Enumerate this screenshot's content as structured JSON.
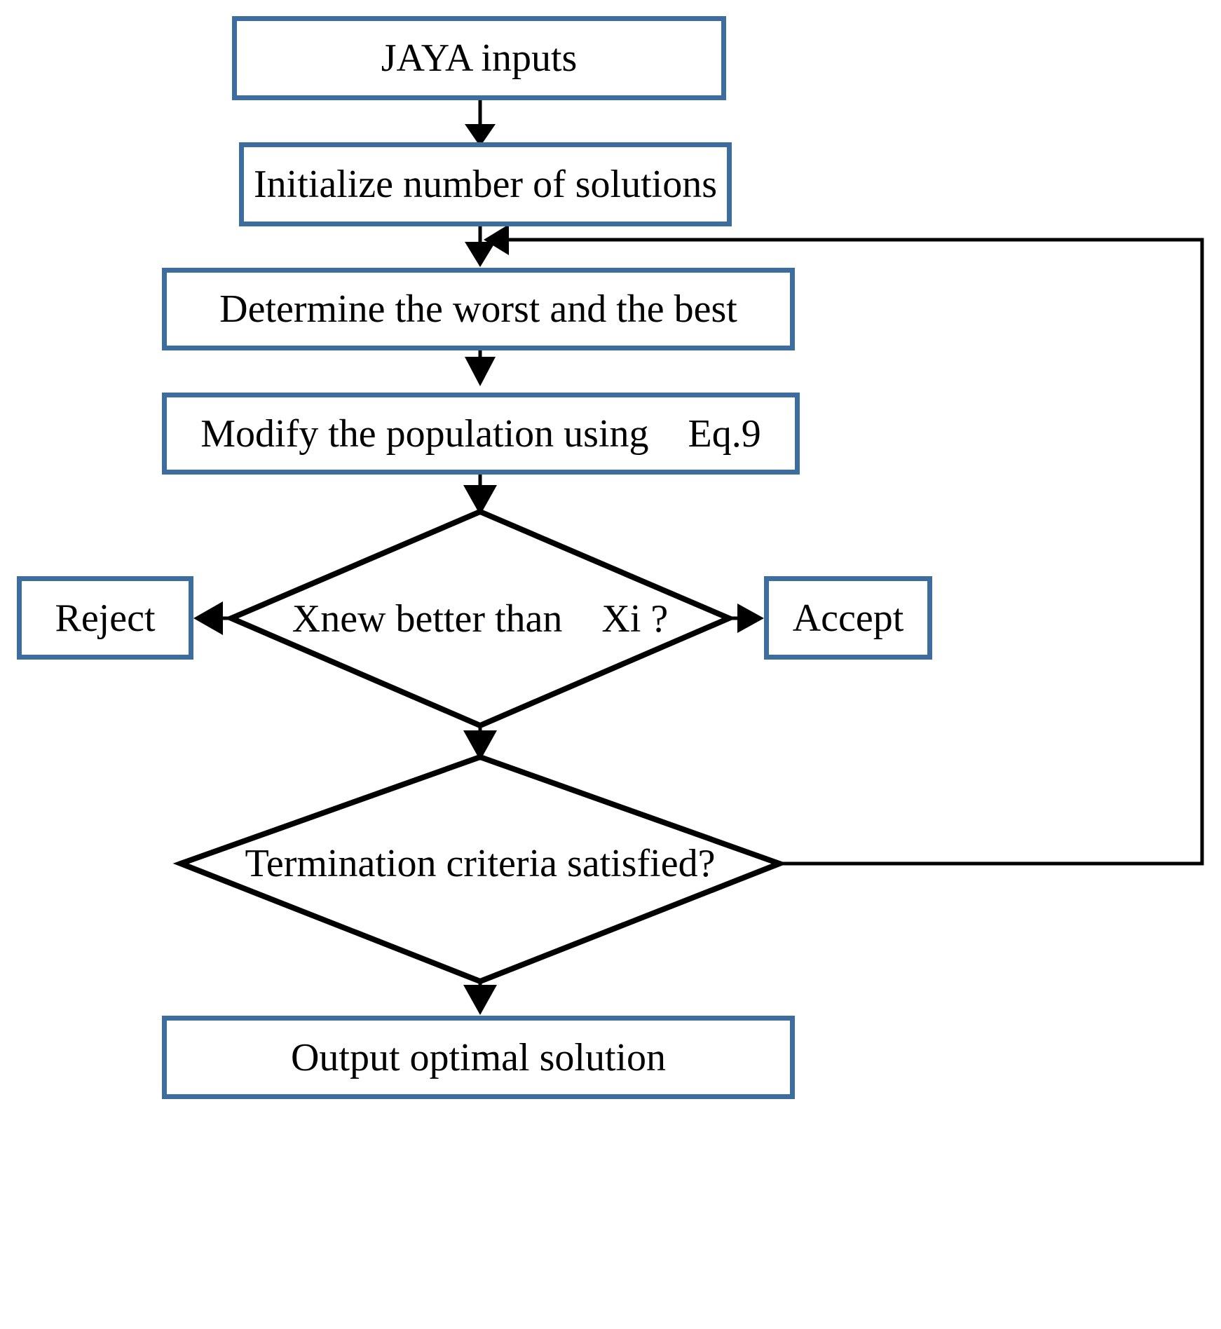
{
  "diagram": {
    "title": "JAYA algorithm flowchart",
    "type": "flowchart",
    "colors": {
      "box_border": "#3d6d9e",
      "box_fill": "#ffffff",
      "line": "#000000",
      "text": "#000000",
      "background": "#ffffff"
    },
    "nodes": {
      "inputs": {
        "label": "JAYA inputs",
        "shape": "process"
      },
      "initialize": {
        "label": "Initialize number of solutions",
        "shape": "process"
      },
      "determine": {
        "label": "Determine the worst and the best",
        "shape": "process"
      },
      "modify": {
        "label": "Modify the population using    Eq.9",
        "shape": "process"
      },
      "compare": {
        "label": "Xnew better than    Xi ?",
        "shape": "decision"
      },
      "reject": {
        "label": "Reject",
        "shape": "process"
      },
      "accept": {
        "label": "Accept",
        "shape": "process"
      },
      "termination": {
        "label": "Termination criteria satisfied?",
        "shape": "decision"
      },
      "output": {
        "label": "Output optimal solution",
        "shape": "process"
      }
    },
    "edges": [
      {
        "name": "inputs-to-initialize",
        "from": "inputs",
        "to": "initialize",
        "label": ""
      },
      {
        "name": "initialize-to-determine",
        "from": "initialize",
        "to": "determine",
        "label": ""
      },
      {
        "name": "determine-to-modify",
        "from": "determine",
        "to": "modify",
        "label": ""
      },
      {
        "name": "modify-to-compare",
        "from": "modify",
        "to": "compare",
        "label": ""
      },
      {
        "name": "compare-to-reject",
        "from": "compare",
        "to": "reject",
        "label": ""
      },
      {
        "name": "compare-to-accept",
        "from": "compare",
        "to": "accept",
        "label": ""
      },
      {
        "name": "compare-to-termination",
        "from": "compare",
        "to": "termination",
        "label": ""
      },
      {
        "name": "termination-to-output",
        "from": "termination",
        "to": "output",
        "label": ""
      },
      {
        "name": "termination-loop-back",
        "from": "termination",
        "to": "determine",
        "label": ""
      }
    ]
  }
}
